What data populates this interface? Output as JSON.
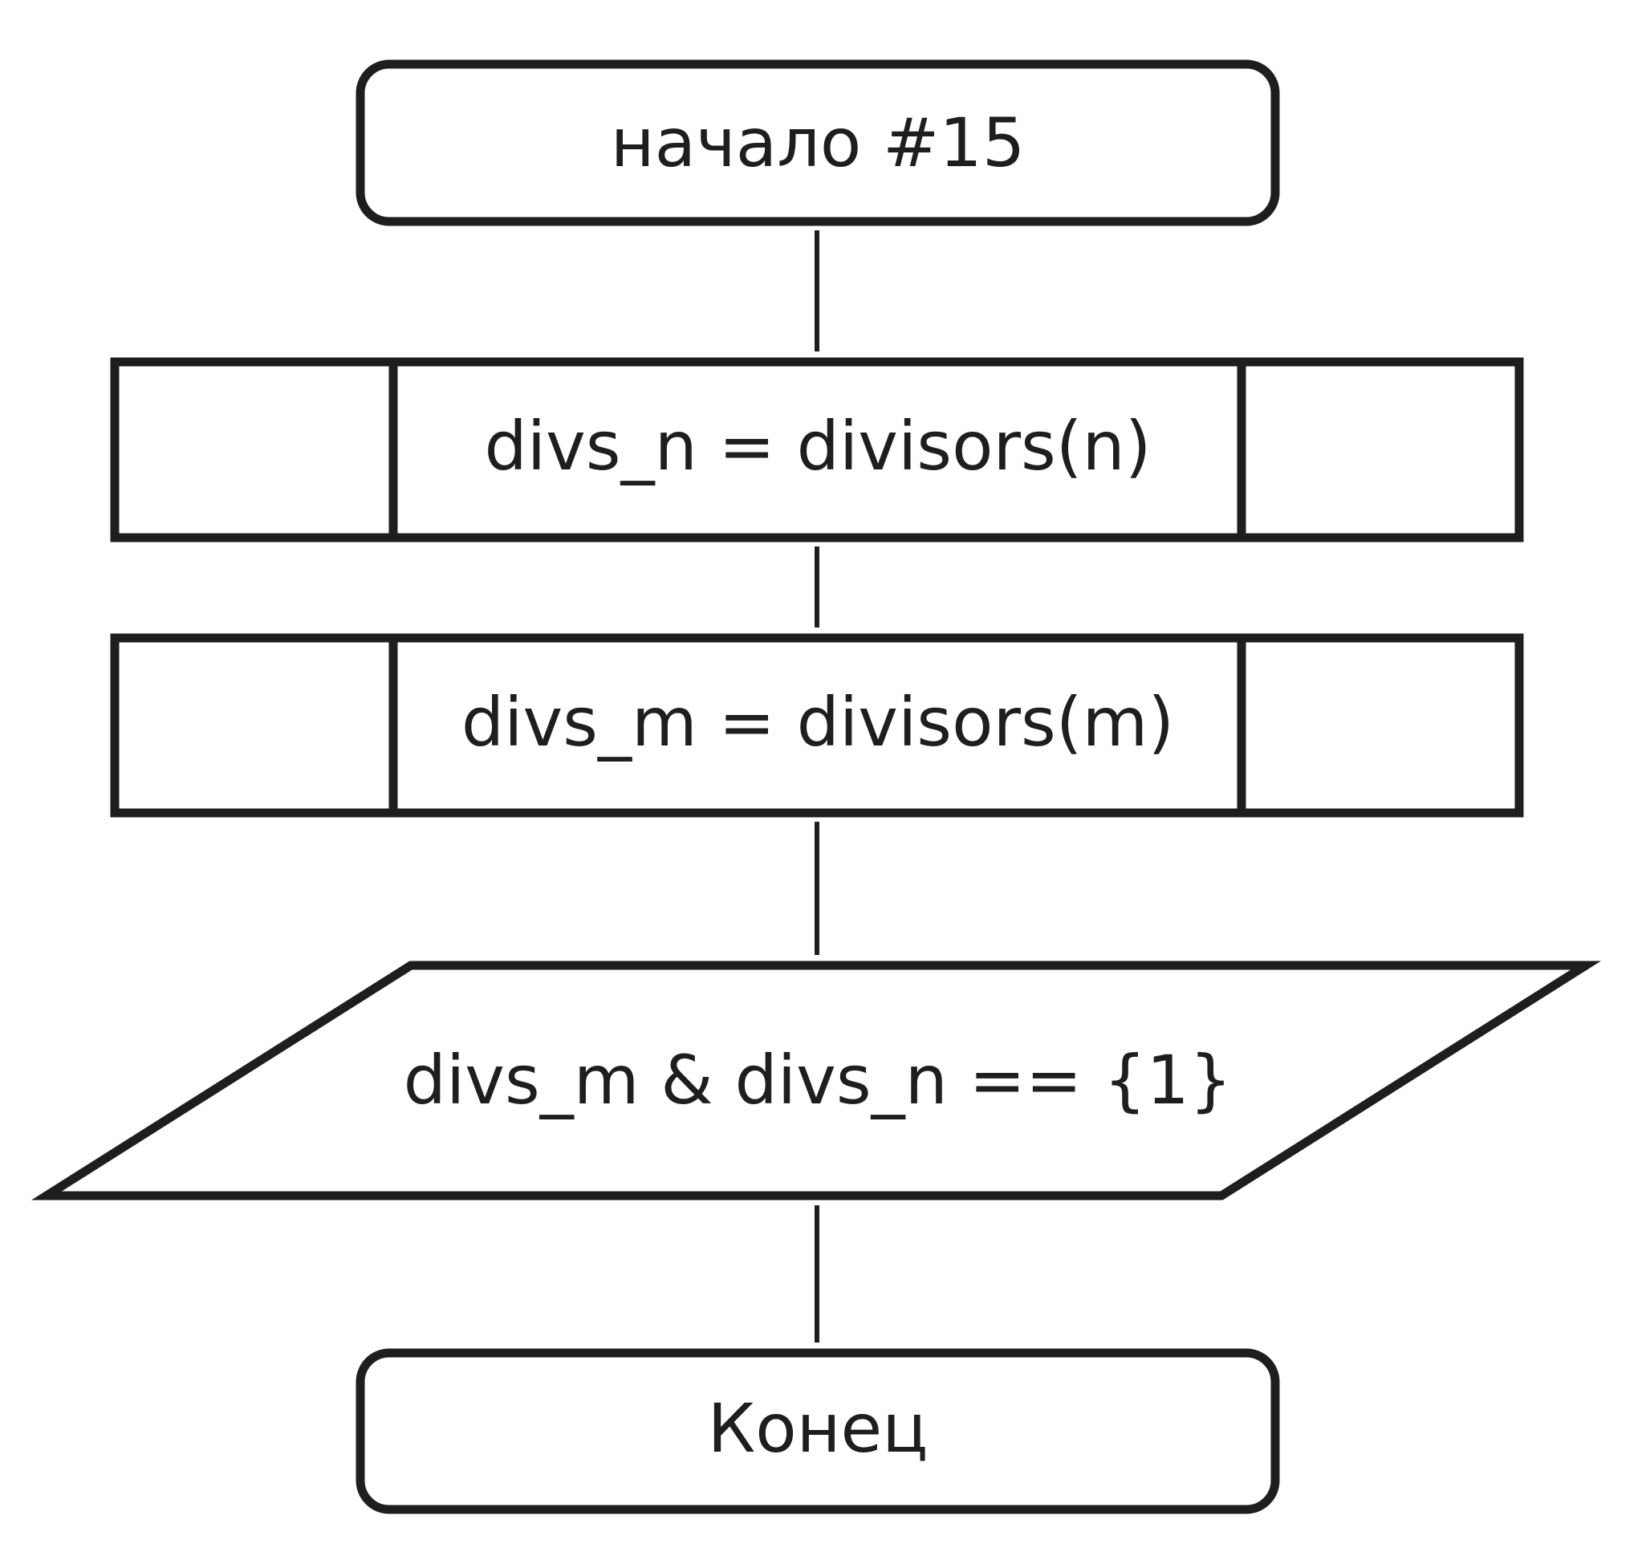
{
  "diagram": {
    "type": "flowchart",
    "stroke_color": "#1e1e1e",
    "background_color": "#ffffff",
    "nodes": [
      {
        "id": "start",
        "shape": "terminator",
        "label": "начало #15"
      },
      {
        "id": "proc1",
        "shape": "predefined-process",
        "label": "divs_n = divisors(n)"
      },
      {
        "id": "proc2",
        "shape": "predefined-process",
        "label": "divs_m = divisors(m)"
      },
      {
        "id": "io1",
        "shape": "parallelogram",
        "label": "divs_m & divs_n == {1}"
      },
      {
        "id": "end",
        "shape": "terminator",
        "label": "Конец"
      }
    ],
    "edges": [
      {
        "from": "start",
        "to": "proc1"
      },
      {
        "from": "proc1",
        "to": "proc2"
      },
      {
        "from": "proc2",
        "to": "io1"
      },
      {
        "from": "io1",
        "to": "end"
      }
    ]
  }
}
